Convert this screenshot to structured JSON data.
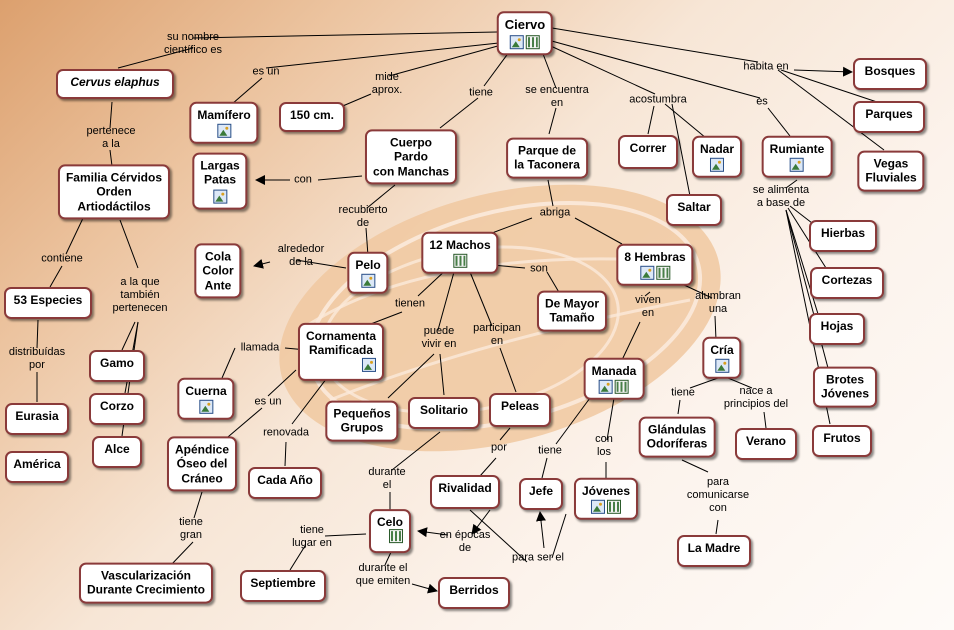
{
  "nodes": {
    "ciervo": "Ciervo",
    "cervus": "Cervus elaphus",
    "mamifero": "Mamífero",
    "cm150": "150 cm.",
    "cuerpo": "Cuerpo\nPardo\ncon Manchas",
    "parque": "Parque de\nla Taconera",
    "correr": "Correr",
    "nadar": "Nadar",
    "saltar": "Saltar",
    "rumiante": "Rumiante",
    "bosques": "Bosques",
    "parques": "Parques",
    "vegas": "Vegas\nFluviales",
    "familia": "Familia Cérvidos\nOrden\nArtiodáctilos",
    "largas": "Largas\nPatas",
    "cola": "Cola\nColor\nAnte",
    "pelo": "Pelo",
    "machos": "12 Machos",
    "hembras": "8 Hembras",
    "hierbas": "Hierbas",
    "cortezas": "Cortezas",
    "hojas": "Hojas",
    "brotes": "Brotes\nJóvenes",
    "frutos": "Frutos",
    "especies": "53 Especies",
    "demayor": "De Mayor\nTamaño",
    "cornamenta": "Cornamenta\nRamificada",
    "gamo": "Gamo",
    "corzo": "Corzo",
    "alce": "Alce",
    "eurasia": "Eurasia",
    "america": "América",
    "cuerna": "Cuerna",
    "pequenos": "Pequeños\nGrupos",
    "solitario": "Solitario",
    "peleas": "Peleas",
    "manada": "Manada",
    "cria": "Cría",
    "apendice": "Apéndice\nÓseo del\nCráneo",
    "cadaano": "Cada Año",
    "glandulas": "Glándulas\nOdoríferas",
    "verano": "Verano",
    "rivalidad": "Rivalidad",
    "jefe": "Jefe",
    "jovenes": "Jóvenes",
    "celo": "Celo",
    "vascular": "Vascularización\nDurante Crecimiento",
    "septiembre": "Septiembre",
    "berridos": "Berridos",
    "lamadre": "La Madre"
  },
  "links": {
    "sunombre": "su nombre\ncientífico es",
    "esun1": "es un",
    "mide": "mide\naprox.",
    "tiene1": "tiene",
    "seencuentra": "se encuentra\nen",
    "acostumbra": "acostumbra",
    "es": "es",
    "habita": "habita en",
    "pertenece": "pertenece\na la",
    "con1": "con",
    "recubierto": "recubierto\nde",
    "alrededor": "alrededor\nde la",
    "abriga": "abriga",
    "sealimenta": "se alimenta\na base de",
    "contiene": "contiene",
    "alaque": "a la que\ntambién\npertenecen",
    "son": "son",
    "viven": "viven\nen",
    "alumbran": "alumbran\nuna",
    "tienen": "tienen",
    "puede": "puede\nvivir en",
    "participan": "participan\nen",
    "distribuidas": "distribuídas\npor",
    "llamada": "llamada",
    "esun2": "es un",
    "renovada": "renovada",
    "tiene2": "tiene",
    "nace": "nace a\nprincipios del",
    "por": "por",
    "tiene3": "tiene",
    "conlos": "con\nlos",
    "para": "para\ncomunicarse\ncon",
    "durante": "durante\nel",
    "tienegran": "tiene\ngran",
    "tienelugar": "tiene\nlugar en",
    "enepocas": "en épocas\nde",
    "paraserel": "para ser el",
    "duranteque": "durante el\nque emiten"
  },
  "colors": {
    "border": "#8a3a3a",
    "background": "#f7e6d6",
    "line": "#000000"
  }
}
